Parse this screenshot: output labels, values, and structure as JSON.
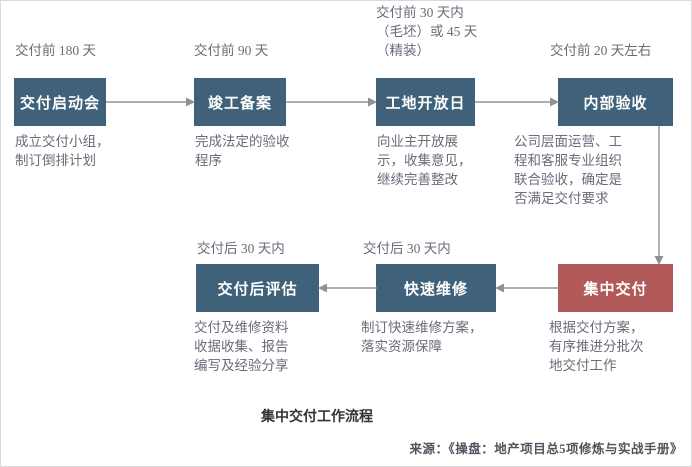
{
  "diagram": {
    "title": "集中交付工作流程",
    "source": "来源：《操盘：地产项目总5项修炼与实战手册》",
    "colors": {
      "node_blue": "#3f6179",
      "node_red": "#b25a5a",
      "node_text": "#ffffff",
      "label_text": "#6d6a79",
      "connector": "#8d9298",
      "caption_text": "#33333a",
      "background": "#ffffff"
    },
    "nodes": [
      {
        "id": "n1",
        "time": "交付前 180 天",
        "label": "交付启动会",
        "desc": "成立交付小组，\n制订倒排计划",
        "color": "blue"
      },
      {
        "id": "n2",
        "time": "交付前 90 天",
        "label": "竣工备案",
        "desc": "完成法定的验收\n程序",
        "color": "blue"
      },
      {
        "id": "n3",
        "time": "交付前 30 天内\n（毛坯）或 45 天\n（精装）",
        "label": "工地开放日",
        "desc": "向业主开放展\n示，收集意见，\n继续完善整改",
        "color": "blue"
      },
      {
        "id": "n4",
        "time": "交付前 20 天左右",
        "label": "内部验收",
        "desc": "公司层面运营、工\n程和客服专业组织\n联合验收，确定是\n否满足交付要求",
        "color": "blue"
      },
      {
        "id": "n5",
        "time": "",
        "label": "集中交付",
        "desc": "根据交付方案，\n有序推进分批次\n地交付工作",
        "color": "red"
      },
      {
        "id": "n6",
        "time": "交付后 30 天内",
        "label": "快速维修",
        "desc": "制订快速维修方案，\n落实资源保障",
        "color": "blue"
      },
      {
        "id": "n7",
        "time": "交付后 30 天内",
        "label": "交付后评估",
        "desc": "交付及维修资料\n收据收集、报告\n编写及经验分享",
        "color": "blue"
      }
    ],
    "connectors": [
      {
        "name": "arrow-n1-to-n2",
        "direction": "right"
      },
      {
        "name": "arrow-n2-to-n3",
        "direction": "right"
      },
      {
        "name": "arrow-n3-to-n4",
        "direction": "right"
      },
      {
        "name": "arrow-n4-to-n5",
        "direction": "down"
      },
      {
        "name": "arrow-n5-to-n6",
        "direction": "left"
      },
      {
        "name": "arrow-n6-to-n7",
        "direction": "left"
      }
    ]
  }
}
